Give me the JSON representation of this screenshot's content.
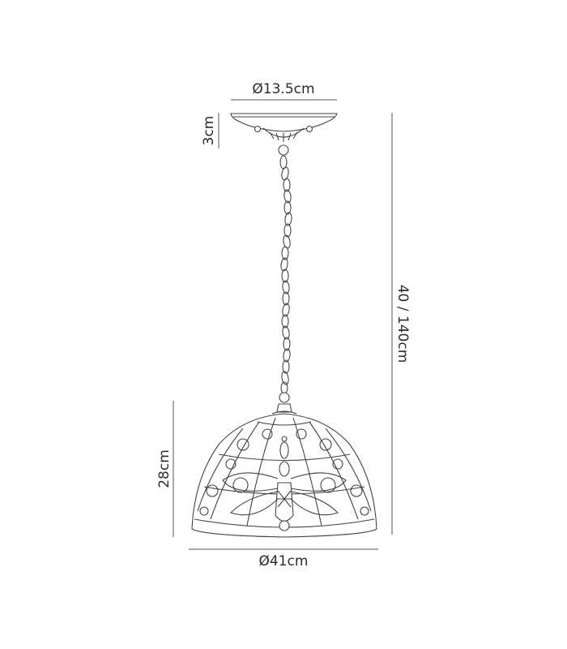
{
  "dimensions": {
    "canopy_diameter": "Ø13.5cm",
    "canopy_height": "3cm",
    "overall_drop": "40 / 140cm",
    "shade_height": "28cm",
    "shade_diameter": "Ø41cm"
  },
  "colors": {
    "line": "#444444",
    "dimension": "#555555",
    "text": "#2b2b2b",
    "background": "#ffffff"
  }
}
